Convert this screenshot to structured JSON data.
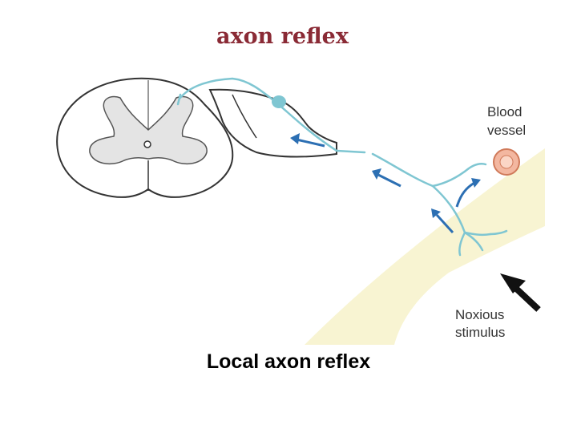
{
  "diagram": {
    "title": "axon reflex",
    "labels": {
      "blood_vessel_line1": "Blood",
      "blood_vessel_line2": "vessel",
      "stimulus_line1": "Noxious",
      "stimulus_line2": "stimulus"
    },
    "icons": {
      "signal_arrow": "blue-arrow-icon",
      "stimulus_arrow": "black-arrow-icon"
    },
    "colors": {
      "title": "#8a2a35",
      "nerve_fiber": "#7fc6d2",
      "signal_arrows": "#2c6fb3",
      "skin": "#f8f4d2",
      "grey_matter": "#e4e4e4",
      "blood_vessel": "#f3b7a0"
    }
  },
  "caption": "Local axon reflex"
}
